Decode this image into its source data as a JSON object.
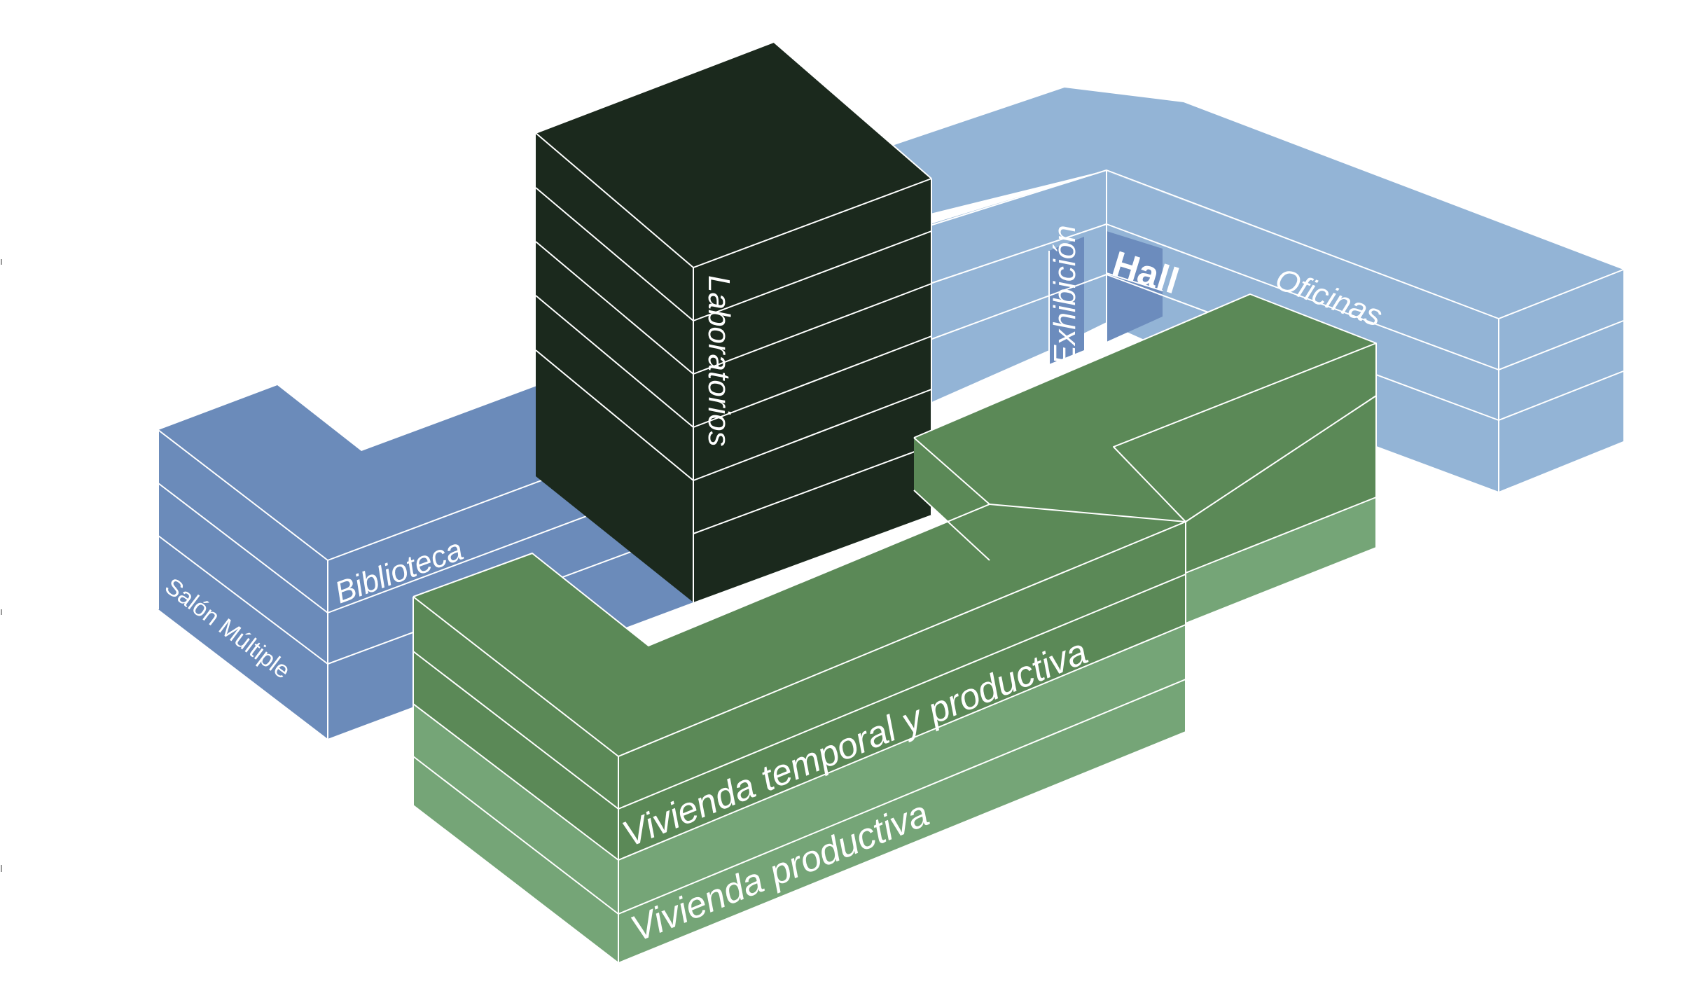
{
  "colors": {
    "library_blue": "#6b8bba",
    "office_blue_light": "#93b4d6",
    "exhibition_blue": "#6c8cbd",
    "labs_dark": "#1b291d",
    "housing_green": "#5b8957",
    "housing_green_light": "#75a577",
    "edge": "#ffffff"
  },
  "labels": {
    "salon_multiple": "Salón Múltiple",
    "biblioteca": "Biblioteca",
    "laboratorios": "Laboratorios",
    "exhibicion": "Exhibición",
    "hall": "Hall",
    "oficinas": "Oficinas",
    "vivienda_temporal": "Vivienda temporal y productiva",
    "vivienda_productiva": "Vivienda productiva"
  }
}
